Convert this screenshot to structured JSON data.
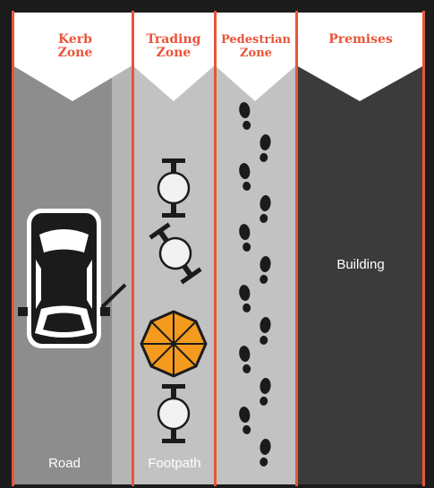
{
  "colors": {
    "accent": "#e8553a",
    "road": "#8d8d8d",
    "kerb_strip": "#b5b5b5",
    "footpath": "#c2c2c2",
    "building": "#3b3b3b",
    "umbrella": "#f39a1f",
    "frame": "#1b1b1b"
  },
  "zones": [
    {
      "title_lines": [
        "Kerb",
        "Zone"
      ]
    },
    {
      "title_lines": [
        "Trading",
        "Zone"
      ]
    },
    {
      "title_lines": [
        "Pedestrian",
        "Zone"
      ]
    },
    {
      "title_lines": [
        "Premises",
        ""
      ]
    }
  ],
  "labels": {
    "road": "Road",
    "footpath": "Footpath",
    "building": "Building"
  },
  "icons": [
    "car-icon",
    "table-chairs-icon",
    "umbrella-icon",
    "footprints-icon"
  ]
}
